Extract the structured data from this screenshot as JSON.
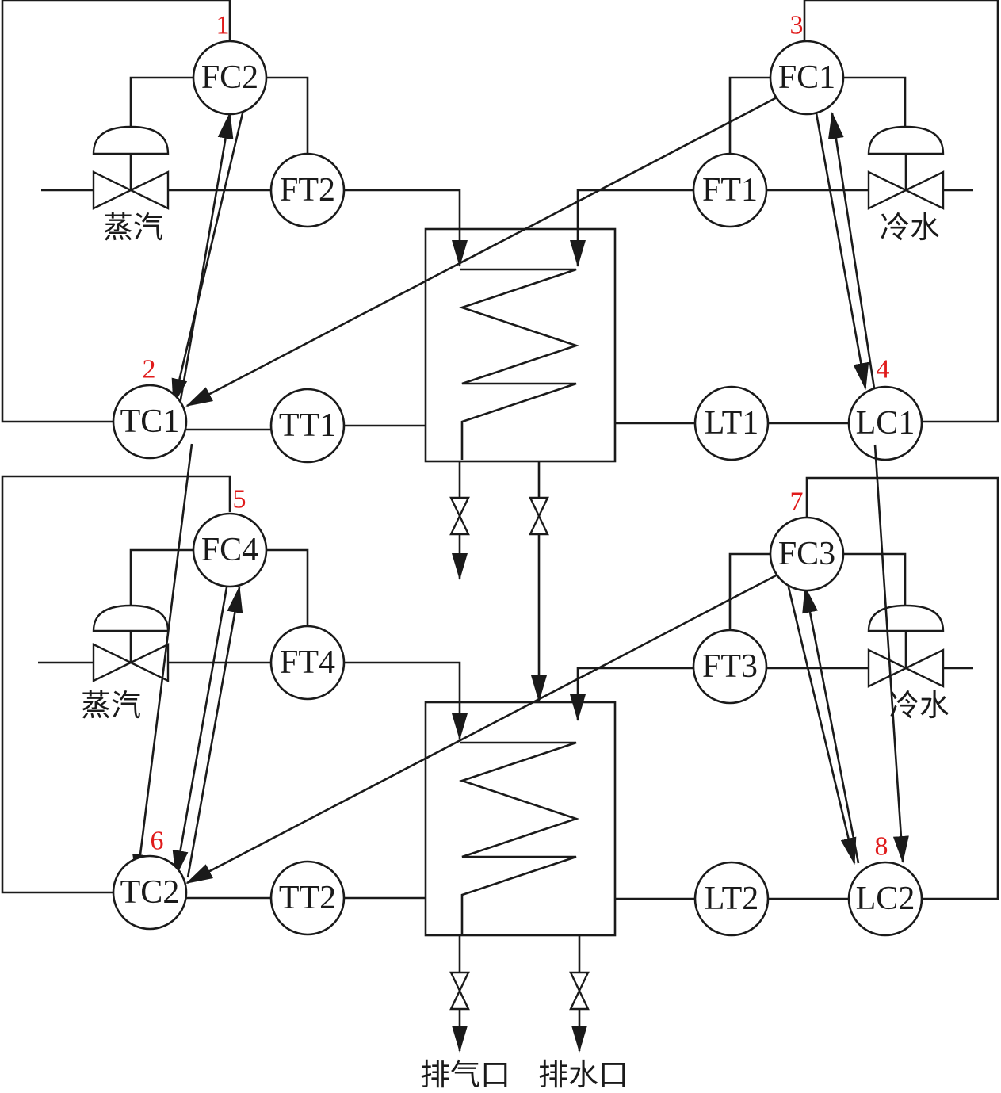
{
  "instruments": {
    "FC2": "FC2",
    "FC1": "FC1",
    "FC4": "FC4",
    "FC3": "FC3",
    "FT2": "FT2",
    "FT1": "FT1",
    "FT4": "FT4",
    "FT3": "FT3",
    "TC1": "TC1",
    "TC2": "TC2",
    "TT1": "TT1",
    "TT2": "TT2",
    "LT1": "LT1",
    "LT2": "LT2",
    "LC1": "LC1",
    "LC2": "LC2"
  },
  "numbers": {
    "n1": "1",
    "n2": "2",
    "n3": "3",
    "n4": "4",
    "n5": "5",
    "n6": "6",
    "n7": "7",
    "n8": "8"
  },
  "streams": {
    "steam_top": "蒸汽",
    "steam_bottom": "蒸汽",
    "cold_top": "冷水",
    "cold_bottom": "冷水",
    "exhaust": "排气口",
    "drain": "排水口"
  },
  "colors": {
    "line": "#1a1a1a",
    "number": "#e01b1b"
  }
}
